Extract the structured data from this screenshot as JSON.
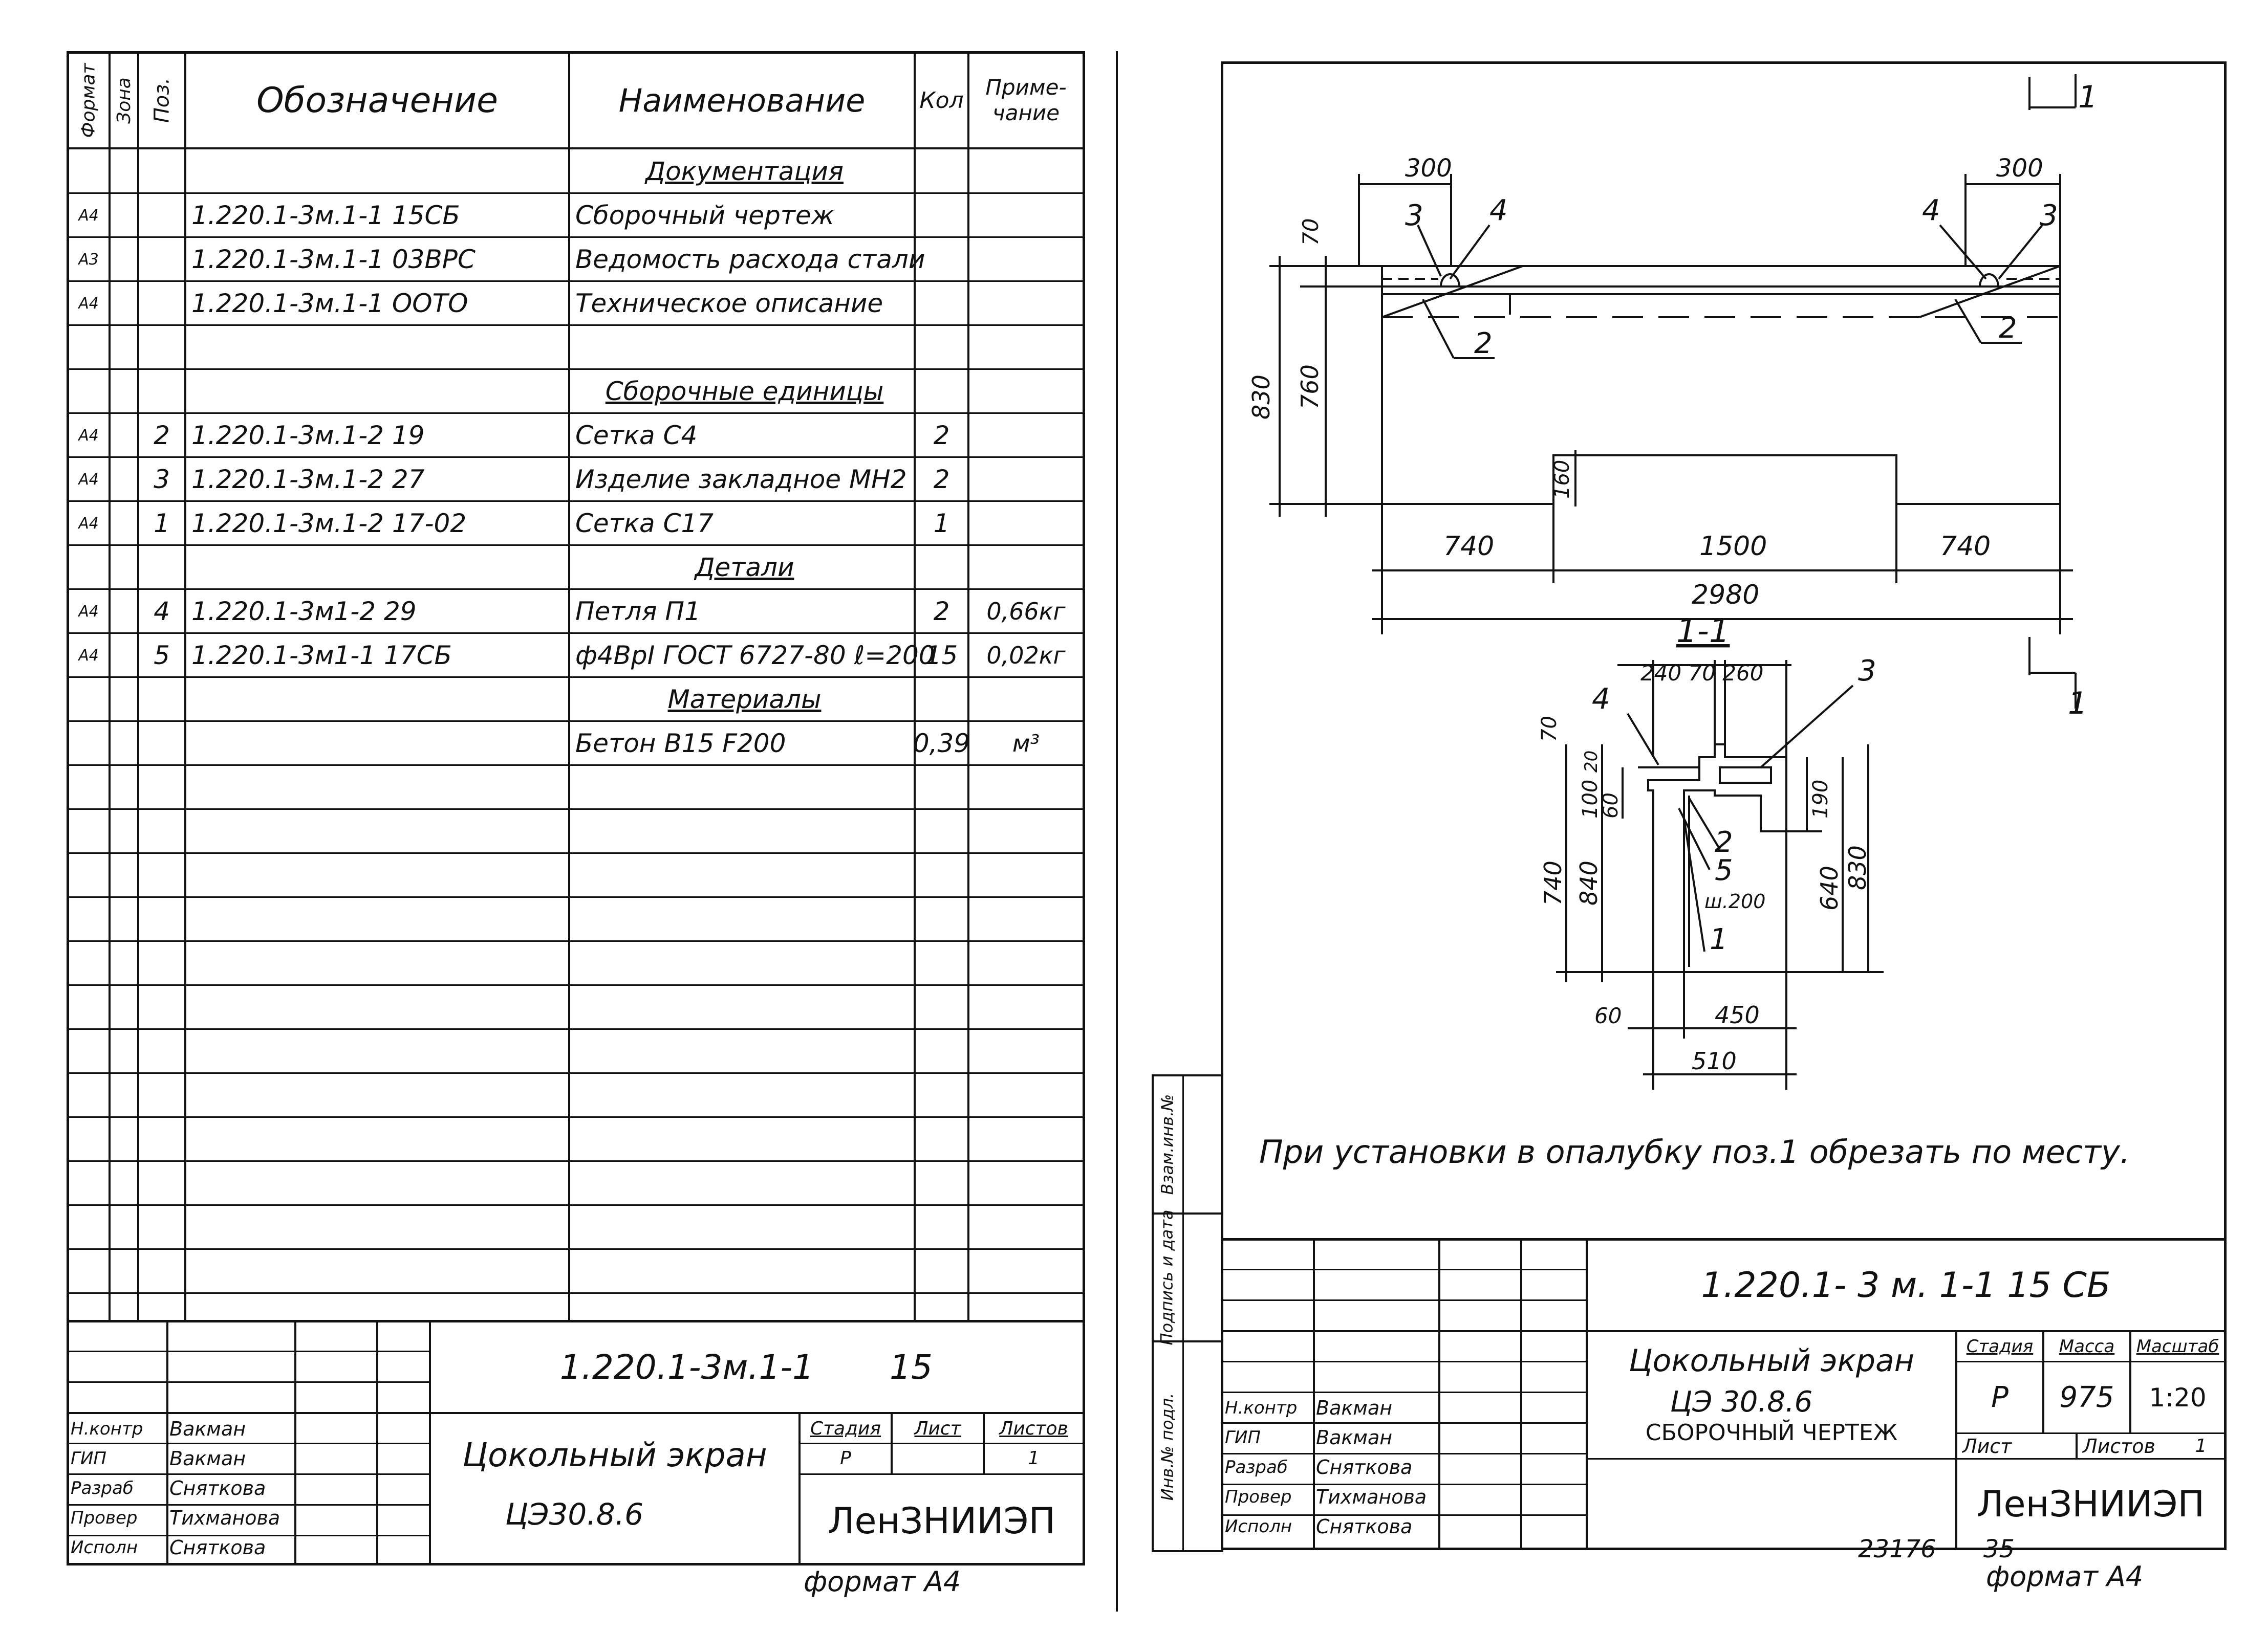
{
  "left_sheet": {
    "header": {
      "format": "Формат",
      "zone": "Зона",
      "pos": "Поз.",
      "designation": "Обозначение",
      "name": "Наименование",
      "qty": "Кол",
      "note": "Приме-чание"
    },
    "rows": [
      {
        "format": "",
        "pos": "",
        "designation": "",
        "name": "Документация",
        "qty": "",
        "note": ""
      },
      {
        "format": "А4",
        "pos": "",
        "designation": "1.220.1-3м.1-1   15СБ",
        "name": "Сборочный чертеж",
        "qty": "",
        "note": ""
      },
      {
        "format": "А3",
        "pos": "",
        "designation": "1.220.1-3м.1-1   03ВРС",
        "name": "Ведомость расхода стали",
        "qty": "",
        "note": ""
      },
      {
        "format": "А4",
        "pos": "",
        "designation": "1.220.1-3м.1-1   ООТО",
        "name": "Техническое описание",
        "qty": "",
        "note": ""
      },
      {
        "format": "",
        "pos": "",
        "designation": "",
        "name": "",
        "qty": "",
        "note": ""
      },
      {
        "format": "",
        "pos": "",
        "designation": "",
        "name": "Сборочные единицы",
        "qty": "",
        "note": ""
      },
      {
        "format": "А4",
        "pos": "2",
        "designation": "1.220.1-3м.1-2     19",
        "name": "Сетка С4",
        "qty": "2",
        "note": ""
      },
      {
        "format": "А4",
        "pos": "3",
        "designation": "1.220.1-3м.1-2     27",
        "name": "Изделие закладное МН2",
        "qty": "2",
        "note": ""
      },
      {
        "format": "А4",
        "pos": "1",
        "designation": "1.220.1-3м.1-2   17-02",
        "name": "Сетка С17",
        "qty": "1",
        "note": ""
      },
      {
        "format": "",
        "pos": "",
        "designation": "",
        "name": "Детали",
        "qty": "",
        "note": ""
      },
      {
        "format": "А4",
        "pos": "4",
        "designation": "1.220.1-3м1-2     29",
        "name": "Петля П1",
        "qty": "2",
        "note": "0,66кг"
      },
      {
        "format": "А4",
        "pos": "5",
        "designation": "1.220.1-3м1-1   17СБ",
        "name": "ф4ВрI ГОСТ 6727-80 ℓ=200",
        "qty": "15",
        "note": "0,02кг"
      },
      {
        "format": "",
        "pos": "",
        "designation": "",
        "name": "Материалы",
        "qty": "",
        "note": ""
      },
      {
        "format": "",
        "pos": "",
        "designation": "",
        "name": "Бетон В15 F200",
        "qty": "0,39",
        "note": "м³"
      }
    ],
    "title_block": {
      "code": "1.220.1-3м.1-1",
      "code_sheet": "15",
      "title_line1": "Цокольный экран",
      "title_line2": "ЦЭ30.8.6",
      "stage_label": "Стадия",
      "sheet_label": "Лист",
      "sheets_label": "Листов",
      "stage": "Р",
      "sheets": "1",
      "org": "ЛенЗНИИЭП",
      "signers": [
        {
          "role": "Н.контр",
          "name": "Вакман"
        },
        {
          "role": "ГИП",
          "name": "Вакман"
        },
        {
          "role": "Разраб",
          "name": "Сняткова"
        },
        {
          "role": "Провер",
          "name": "Тихманова"
        },
        {
          "role": "Исполн",
          "name": "Сняткова"
        }
      ]
    },
    "format_note": "формат А4"
  },
  "right_sheet": {
    "side_stamps": [
      "Инв.№ подл.",
      "Подпись и дата",
      "Взам.инв.№"
    ],
    "drawing": {
      "section_mark": "1",
      "section_title": "1-1",
      "dims_plan": {
        "top_left": "300",
        "top_right": "300",
        "h70": "70",
        "h760": "760",
        "h830": "830",
        "h160": "160",
        "w740a": "740",
        "w1500": "1500",
        "w740b": "740",
        "w2980": "2980"
      },
      "dims_section": {
        "top": "240 70 260",
        "v70": "70",
        "v20": "20",
        "v100": "100",
        "v60": "60",
        "v740": "740",
        "v840": "840",
        "v190": "190",
        "v640": "640",
        "v830": "830",
        "w60": "60",
        "w450": "450",
        "w510": "510",
        "pitch": "ш.200"
      },
      "callouts": {
        "p1": "1",
        "p2": "2",
        "p3": "3",
        "p4": "4",
        "p5": "5"
      }
    },
    "note": "При установки в опалубку поз.1 обрезать по месту.",
    "title_block": {
      "code": "1.220.1- 3 м. 1-1   15 СБ",
      "title_line1": "Цокольный экран",
      "title_line2": "ЦЭ 30.8.6",
      "title_line3": "Сборочный чертеж",
      "stage_label": "Стадия",
      "mass_label": "Масса",
      "scale_label": "Масштаб",
      "stage": "Р",
      "mass": "975",
      "scale": "1:20",
      "sheet_label": "Лист",
      "sheets_label": "Листов",
      "sheets": "1",
      "org": "ЛенЗНИИЭП",
      "signers": [
        {
          "role": "Н.контр",
          "name": "Вакман"
        },
        {
          "role": "ГИП",
          "name": "Вакман"
        },
        {
          "role": "Разраб",
          "name": "Сняткова"
        },
        {
          "role": "Провер",
          "name": "Тихманова"
        },
        {
          "role": "Исполн",
          "name": "Сняткова"
        }
      ]
    },
    "archive_no": "23176",
    "archive_sheet": "35",
    "format_note": "формат А4"
  }
}
